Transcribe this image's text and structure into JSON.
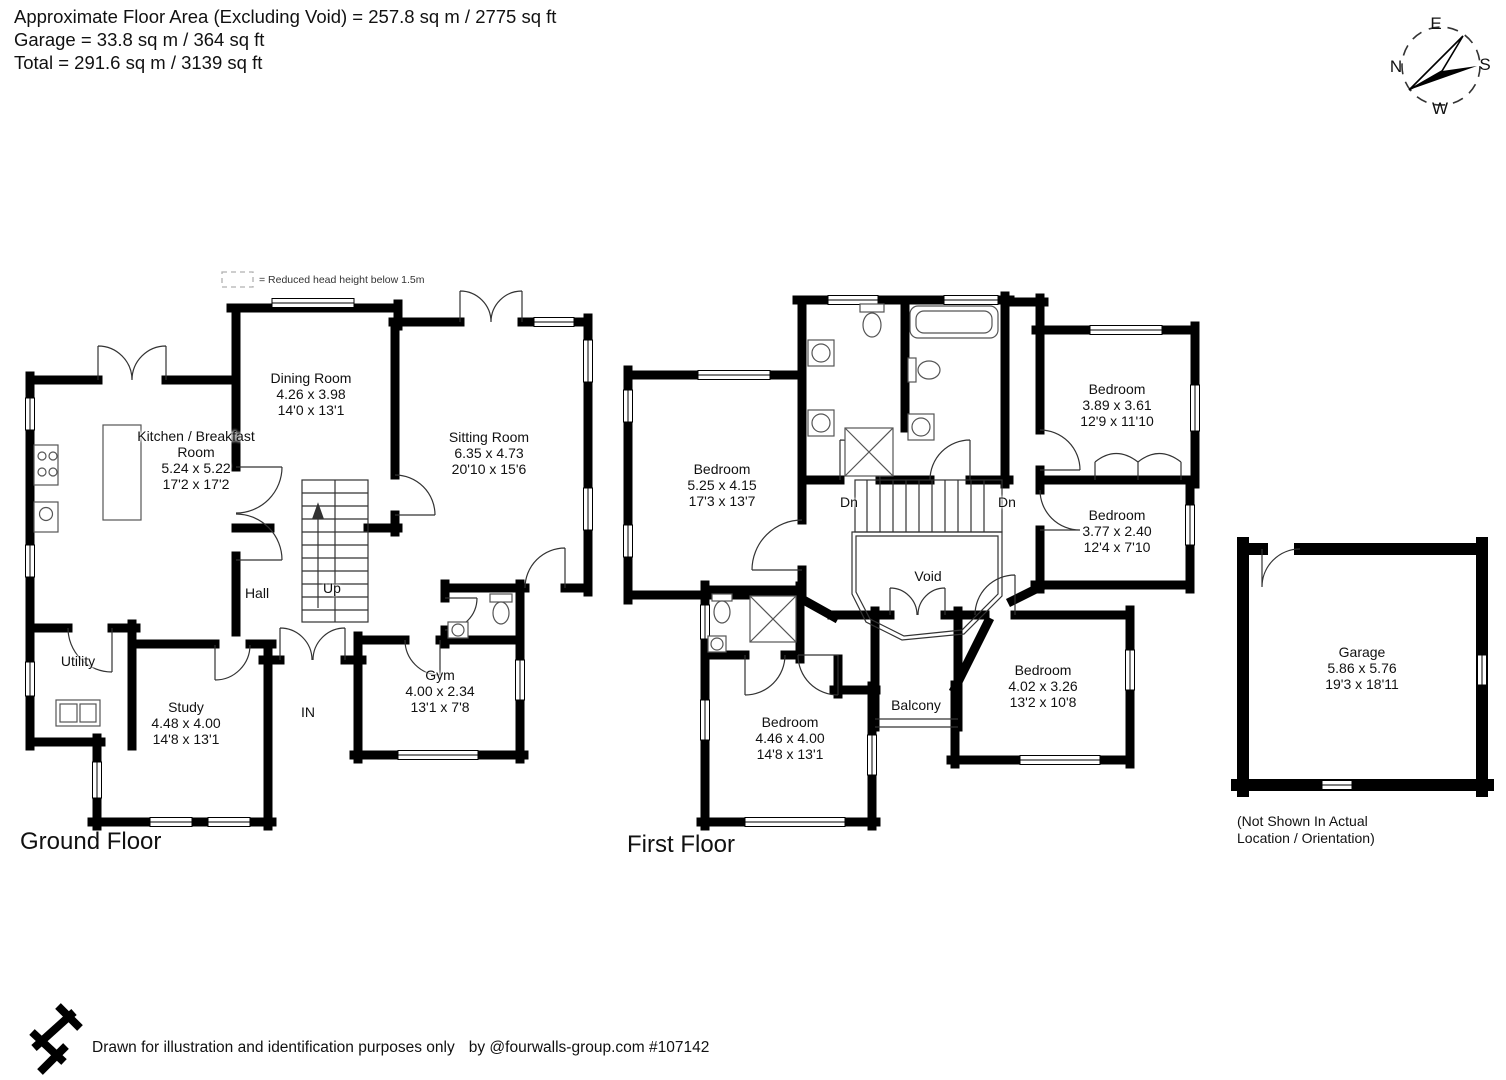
{
  "header": {
    "line1": "Approximate Floor Area (Excluding Void) = 257.8 sq m / 2775 sq ft",
    "line2": "Garage = 33.8 sq m / 364 sq ft",
    "line3": "Total = 291.6 sq m / 3139 sq ft"
  },
  "compass": {
    "n": "N",
    "e": "E",
    "s": "S",
    "w": "W"
  },
  "legend": {
    "reduced_head_height": "= Reduced head height below 1.5m"
  },
  "ground": {
    "title": "Ground Floor",
    "rooms": [
      {
        "name": "Dining Room",
        "dims_m": "4.26 x 3.98",
        "dims_ft": "14'0 x 13'1"
      },
      {
        "name": "Kitchen / Breakfast Room",
        "dims_m": "5.24 x 5.22",
        "dims_ft": "17'2 x 17'2"
      },
      {
        "name": "Sitting Room",
        "dims_m": "6.35 x 4.73",
        "dims_ft": "20'10 x 15'6"
      },
      {
        "name": "Hall"
      },
      {
        "name": "Up"
      },
      {
        "name": "Utility"
      },
      {
        "name": "Study",
        "dims_m": "4.48 x 4.00",
        "dims_ft": "14'8 x 13'1"
      },
      {
        "name": "IN"
      },
      {
        "name": "Gym",
        "dims_m": "4.00 x 2.34",
        "dims_ft": "13'1 x 7'8"
      }
    ]
  },
  "first": {
    "title": "First Floor",
    "rooms": [
      {
        "name": "Bedroom",
        "dims_m": "5.25 x 4.15",
        "dims_ft": "17'3 x 13'7"
      },
      {
        "name": "Bedroom",
        "dims_m": "3.89 x 3.61",
        "dims_ft": "12'9 x 11'10"
      },
      {
        "name": "Bedroom",
        "dims_m": "3.77 x 2.40",
        "dims_ft": "12'4 x 7'10"
      },
      {
        "name": "Bedroom",
        "dims_m": "4.02 x 3.26",
        "dims_ft": "13'2 x 10'8"
      },
      {
        "name": "Bedroom",
        "dims_m": "4.46 x 4.00",
        "dims_ft": "14'8 x 13'1"
      },
      {
        "name": "Void"
      },
      {
        "name": "Dn"
      },
      {
        "name": "Dn"
      },
      {
        "name": "Balcony"
      }
    ]
  },
  "garage": {
    "name": "Garage",
    "dims_m": "5.86 x 5.76",
    "dims_ft": "19'3 x 18'11",
    "note_line1": "(Not Shown In Actual",
    "note_line2": "Location / Orientation)"
  },
  "footer": {
    "text": "Drawn for illustration and identification purposes only",
    "credit": "by @fourwalls-group.com #107142"
  },
  "colors": {
    "wall": "#000000",
    "text": "#111111",
    "fixture": "#555555"
  }
}
